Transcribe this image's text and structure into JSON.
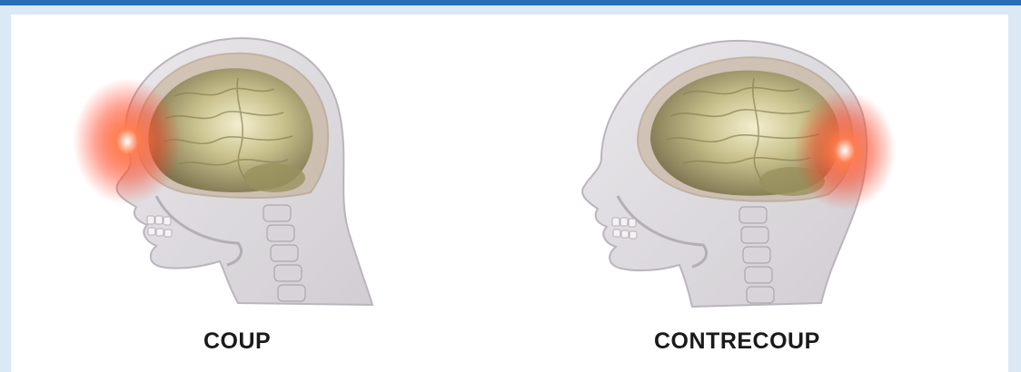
{
  "colors": {
    "frame_bg": "#dbe8f5",
    "top_bar": "#2a6db6",
    "panel_bg": "#ffffff",
    "impact_glow": "#ff3b1a",
    "brain": "#b9b07a"
  },
  "figures": [
    {
      "caption": "COUP",
      "impact_side": "front"
    },
    {
      "caption": "CONTRECOUP",
      "impact_side": "back"
    }
  ]
}
